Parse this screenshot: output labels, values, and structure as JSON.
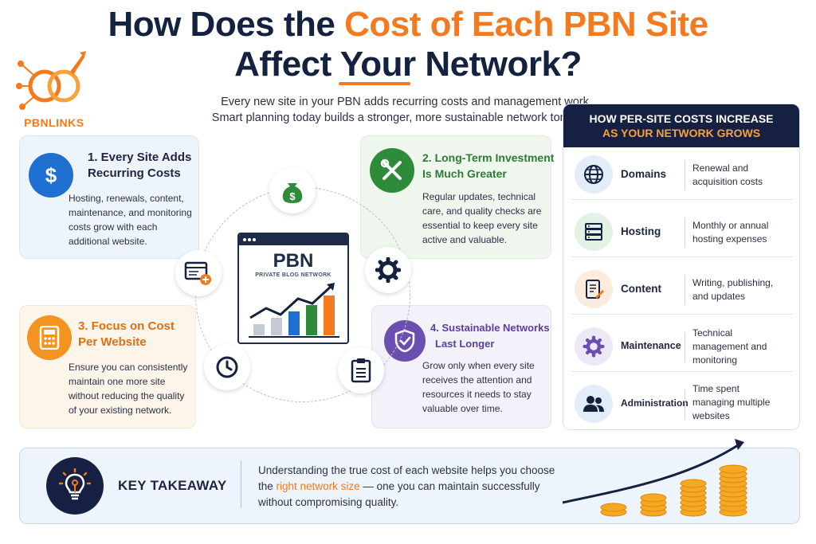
{
  "title": {
    "line1_pre": "How Does the",
    "line1_highlight": "Cost of Each PBN Site",
    "line2": "Affect Your Network?"
  },
  "subtitle": {
    "line1": "Every new site in your PBN adds recurring costs and management work.",
    "line2": "Smart planning today builds a stronger, more sustainable network tomorrow."
  },
  "logo": {
    "text": "PBNLINKS"
  },
  "cards": [
    {
      "title1": "1. Every Site Adds",
      "title2": "Recurring Costs",
      "lines": [
        "Hosting, renewals, content,",
        "maintenance, and monitoring",
        "costs grow with each",
        "additional website."
      ],
      "icon": "dollar-icon"
    },
    {
      "title1": "2. Long-Term Investment",
      "title2": "Is Much Greater",
      "lines": [
        "Regular updates, technical",
        "care, and quality checks are",
        "essential to keep every site",
        "active and valuable."
      ],
      "icon": "tools-icon"
    },
    {
      "title1": "3. Focus on Cost",
      "title2": "Per Website",
      "lines": [
        "Ensure you can consistently",
        "maintain one more site",
        "without reducing the quality",
        "of your existing network."
      ],
      "icon": "calculator-icon"
    },
    {
      "title1": "4. Sustainable Networks",
      "title2": "Last Longer",
      "lines": [
        "Grow only when every site",
        "receives the attention and",
        "resources it needs to stay",
        "valuable over time."
      ],
      "icon": "shield-check-icon"
    }
  ],
  "center": {
    "pbn": "PBN",
    "pbn_sub": "PRIVATE BLOG NETWORK",
    "nodes": [
      "money-bag-icon",
      "gear-icon",
      "checklist-icon",
      "clock-icon",
      "browser-add-icon"
    ]
  },
  "panel": {
    "title_line1": "HOW PER-SITE COSTS INCREASE",
    "title_line2": "AS YOUR NETWORK GROWS",
    "rows": [
      {
        "label": "Domains",
        "desc1": "Renewal and",
        "desc2": "acquisition costs",
        "desc3": "",
        "icon": "globe-icon"
      },
      {
        "label": "Hosting",
        "desc1": "Monthly or annual",
        "desc2": "hosting expenses",
        "desc3": "",
        "icon": "server-icon"
      },
      {
        "label": "Content",
        "desc1": "Writing, publishing,",
        "desc2": "and updates",
        "desc3": "",
        "icon": "document-icon"
      },
      {
        "label": "Maintenance",
        "desc1": "Technical",
        "desc2": "management and",
        "desc3": "monitoring",
        "icon": "gear-icon"
      },
      {
        "label": "Administration",
        "desc1": "Time spent",
        "desc2": "managing multiple",
        "desc3": "websites",
        "icon": "users-icon"
      }
    ]
  },
  "takeaway": {
    "title": "KEY TAKEAWAY",
    "line1": "Understanding the true cost of each website helps you choose",
    "line2_pre": "the",
    "line2_highlight": "right network size",
    "line2_post": "— one you can maintain successfully",
    "line3": "without compromising quality."
  },
  "colors": {
    "navy": "#14213f",
    "orange": "#f47a20",
    "blue": "#1f6fd1",
    "green": "#2e8b3a",
    "purple": "#6b4fb0"
  }
}
